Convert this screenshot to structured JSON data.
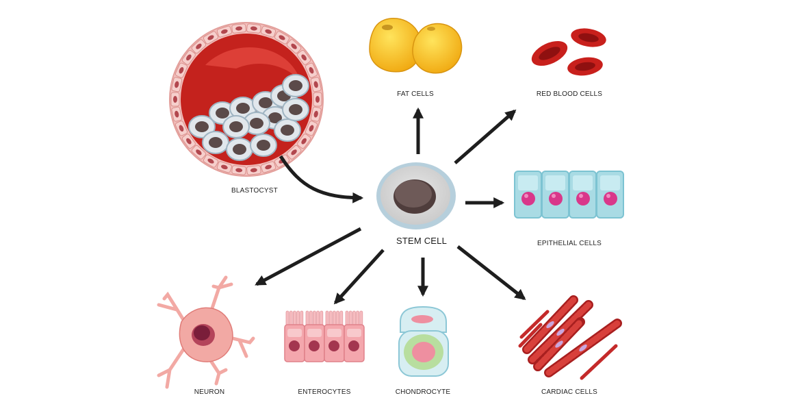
{
  "labels": {
    "blastocyst": "BLASTOCYST",
    "stem_cell": "STEM CELL",
    "fat_cells": "FAT CELLS",
    "red_blood_cells": "RED BLOOD CELLS",
    "epithelial_cells": "EPITHELIAL CELLS",
    "neuron": "NEURON",
    "enterocytes": "ENTEROCYTES",
    "chondrocyte": "CHONDROCYTE",
    "cardiac_cells": "CARDIAC CELLS"
  },
  "colors": {
    "arrow": "#1e1e1e",
    "blood": "#c8201c",
    "fat": "#f2b318",
    "epithelial": "#a9dbe4",
    "nucleus_pink": "#d9378a",
    "neuron": "#f2a9a4",
    "muscle": "#c42a2a",
    "stem_outer": "#b6cfdc",
    "stem_nucleus": "#6e5a58"
  }
}
